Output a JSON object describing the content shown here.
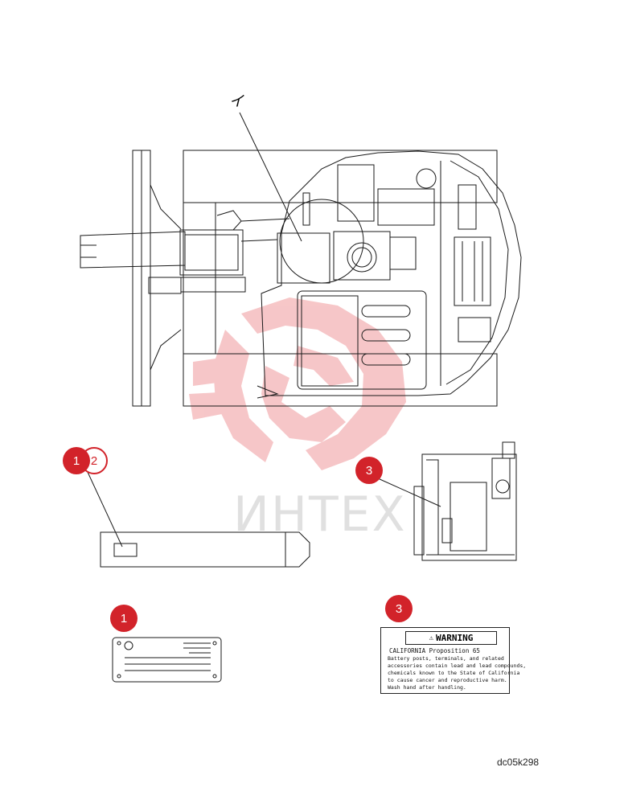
{
  "diagram": {
    "reference_label": "イ",
    "drawing_code": "dc05k298",
    "watermark_text": "ИНТЕХ",
    "callouts": [
      {
        "id": "c1-top",
        "label": "1"
      },
      {
        "id": "c2-top",
        "label": "2"
      },
      {
        "id": "c3-top",
        "label": "3"
      },
      {
        "id": "c1-bottom",
        "label": "1"
      },
      {
        "id": "c3-bottom",
        "label": "3"
      }
    ],
    "warning_decal": {
      "title": "WARNING",
      "lines": [
        "CALIFORNIA Proposition 65",
        "Battery posts, terminals, and related",
        "accessories contain lead and lead compounds,",
        "chemicals known to the State of California",
        "to cause cancer and reproductive harm.",
        "Wash hand after handling."
      ]
    },
    "colors": {
      "callout_fill": "#d2232a",
      "watermark_red": "#f3b2b4",
      "line": "#1a1a1a"
    }
  }
}
